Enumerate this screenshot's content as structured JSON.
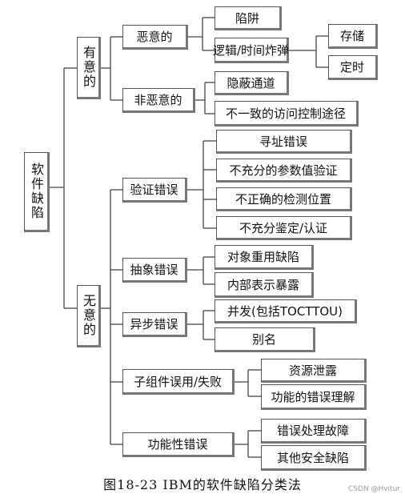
{
  "root": "软件缺陷",
  "intentional": {
    "label": "有意的",
    "malicious": {
      "label": "恶意的",
      "trapdoor": "陷阱",
      "logic_bomb": {
        "label": "逻辑/时间炸弹",
        "storage": "存储",
        "timing": "定时"
      }
    },
    "nonmalicious": {
      "label": "非恶意的",
      "covert_channel": "隐蔽通道",
      "inconsistent_access": "不一致的访问控制途径"
    }
  },
  "unintentional": {
    "label": "无意的",
    "validation": {
      "label": "验证错误",
      "items": [
        "寻址错误",
        "不充分的参数值验证",
        "不正确的检测位置",
        "不充分鉴定/认证"
      ]
    },
    "abstraction": {
      "label": "抽象错误",
      "items": [
        "对象重用缺陷",
        "内部表示暴露"
      ]
    },
    "async": {
      "label": "异步错误",
      "items": [
        "并发(包括TOCTTOU)",
        "别名"
      ]
    },
    "subcomponent": {
      "label": "子组件误用/失败",
      "items": [
        "资源泄露",
        "功能的错误理解"
      ]
    },
    "functionality": {
      "label": "功能性错误",
      "items": [
        "错误处理故障",
        "其他安全缺陷"
      ]
    }
  },
  "caption": "图18-23 IBM的软件缺陷分类法",
  "watermark": "CSDN @Hvitur"
}
